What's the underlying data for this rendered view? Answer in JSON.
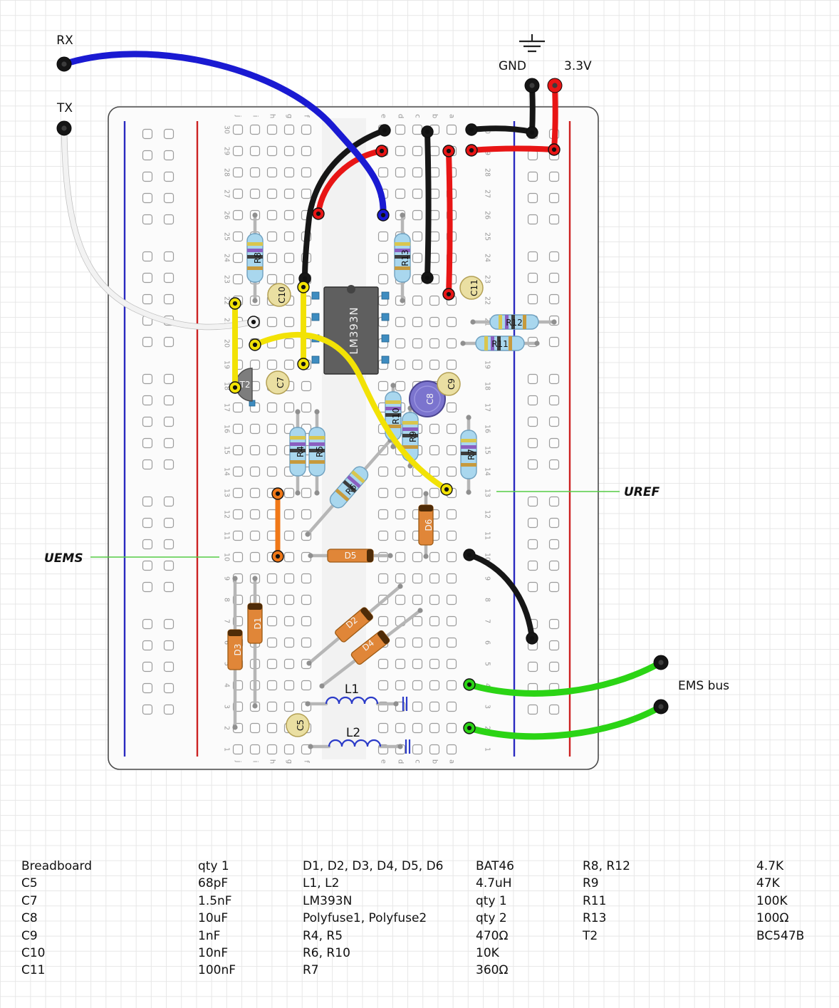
{
  "labels": {
    "rx": "RX",
    "tx": "TX",
    "gnd": "GND",
    "v33": "3.3V",
    "ems_bus": "EMS bus",
    "uref": "UREF",
    "uems": "UEMS"
  },
  "components": {
    "r4": "R4",
    "r5": "R5",
    "r6": "R6",
    "r7": "R7",
    "r8": "R8",
    "r9": "R9",
    "r10": "R10",
    "r11": "R11",
    "r12": "R12",
    "r13": "R13",
    "c5": "C5",
    "c7": "C7",
    "c8": "C8",
    "c9": "C9",
    "c10": "C10",
    "c11": "C11",
    "d1": "D1",
    "d2": "D2",
    "d3": "D3",
    "d4": "D4",
    "d5": "D5",
    "d6": "D6",
    "l1": "L1",
    "l2": "L2",
    "t2": "T2",
    "ic": "LM393N"
  },
  "breadboard": {
    "rows": 30,
    "column_letters": [
      "a",
      "b",
      "c",
      "d",
      "e",
      "f",
      "g",
      "h",
      "i",
      "j"
    ]
  },
  "colors": {
    "wire_blue": "#1a1ad2",
    "wire_red": "#e81515",
    "wire_black": "#161616",
    "wire_white": "#f2f2f2",
    "wire_yellow": "#f2e205",
    "wire_green": "#2bd415",
    "wire_orange": "#f07818",
    "rail_red": "#cc2222",
    "rail_blue": "#2a2ac0",
    "annotation_green": "#55cc44"
  },
  "bom": {
    "col1": [
      {
        "name": "Breadboard",
        "value": "qty 1"
      },
      {
        "name": "C5",
        "value": "68pF"
      },
      {
        "name": "C7",
        "value": "1.5nF"
      },
      {
        "name": "C8",
        "value": "10uF"
      },
      {
        "name": "C9",
        "value": "1nF"
      },
      {
        "name": "C10",
        "value": "10nF"
      },
      {
        "name": "C11",
        "value": "100nF"
      }
    ],
    "col2": [
      {
        "name": "D1, D2, D3, D4, D5, D6",
        "value": "BAT46"
      },
      {
        "name": "L1, L2",
        "value": "4.7uH"
      },
      {
        "name": "LM393N",
        "value": "qty 1"
      },
      {
        "name": "Polyfuse1, Polyfuse2",
        "value": "qty 2"
      },
      {
        "name": "R4, R5",
        "value": "470Ω"
      },
      {
        "name": "R6, R10",
        "value": "10K"
      },
      {
        "name": "R7",
        "value": "360Ω"
      }
    ],
    "col3": [
      {
        "name": "R8, R12",
        "value": "4.7K"
      },
      {
        "name": "R9",
        "value": "47K"
      },
      {
        "name": "R11",
        "value": "100K"
      },
      {
        "name": "R13",
        "value": "100Ω"
      },
      {
        "name": "T2",
        "value": "BC547B"
      }
    ]
  }
}
